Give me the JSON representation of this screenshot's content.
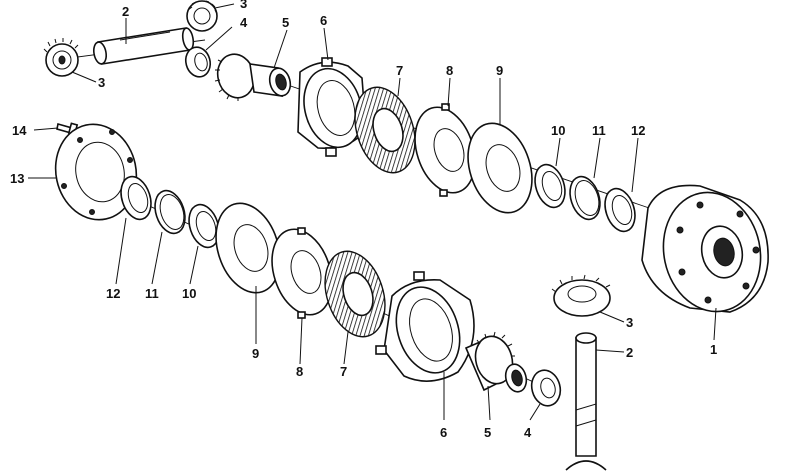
{
  "callouts": [
    {
      "id": "c2-top",
      "text": "2"
    },
    {
      "id": "c3-top-right",
      "text": "3"
    },
    {
      "id": "c4-top",
      "text": "4"
    },
    {
      "id": "c3-top-left",
      "text": "3"
    },
    {
      "id": "c5-top",
      "text": "5"
    },
    {
      "id": "c6-top",
      "text": "6"
    },
    {
      "id": "c7-top",
      "text": "7"
    },
    {
      "id": "c8-top",
      "text": "8"
    },
    {
      "id": "c9-top",
      "text": "9"
    },
    {
      "id": "c10-top",
      "text": "10"
    },
    {
      "id": "c11-top",
      "text": "11"
    },
    {
      "id": "c12-top",
      "text": "12"
    },
    {
      "id": "c14",
      "text": "14"
    },
    {
      "id": "c13",
      "text": "13"
    },
    {
      "id": "c12-bottom",
      "text": "12"
    },
    {
      "id": "c11-bottom",
      "text": "11"
    },
    {
      "id": "c10-bottom",
      "text": "10"
    },
    {
      "id": "c9-bottom",
      "text": "9"
    },
    {
      "id": "c8-bottom",
      "text": "8"
    },
    {
      "id": "c7-bottom",
      "text": "7"
    },
    {
      "id": "c6-bottom",
      "text": "6"
    },
    {
      "id": "c5-bottom",
      "text": "5"
    },
    {
      "id": "c4-bottom",
      "text": "4"
    },
    {
      "id": "c3-bottom",
      "text": "3"
    },
    {
      "id": "c2-bottom",
      "text": "2"
    },
    {
      "id": "c1",
      "text": "1"
    }
  ]
}
